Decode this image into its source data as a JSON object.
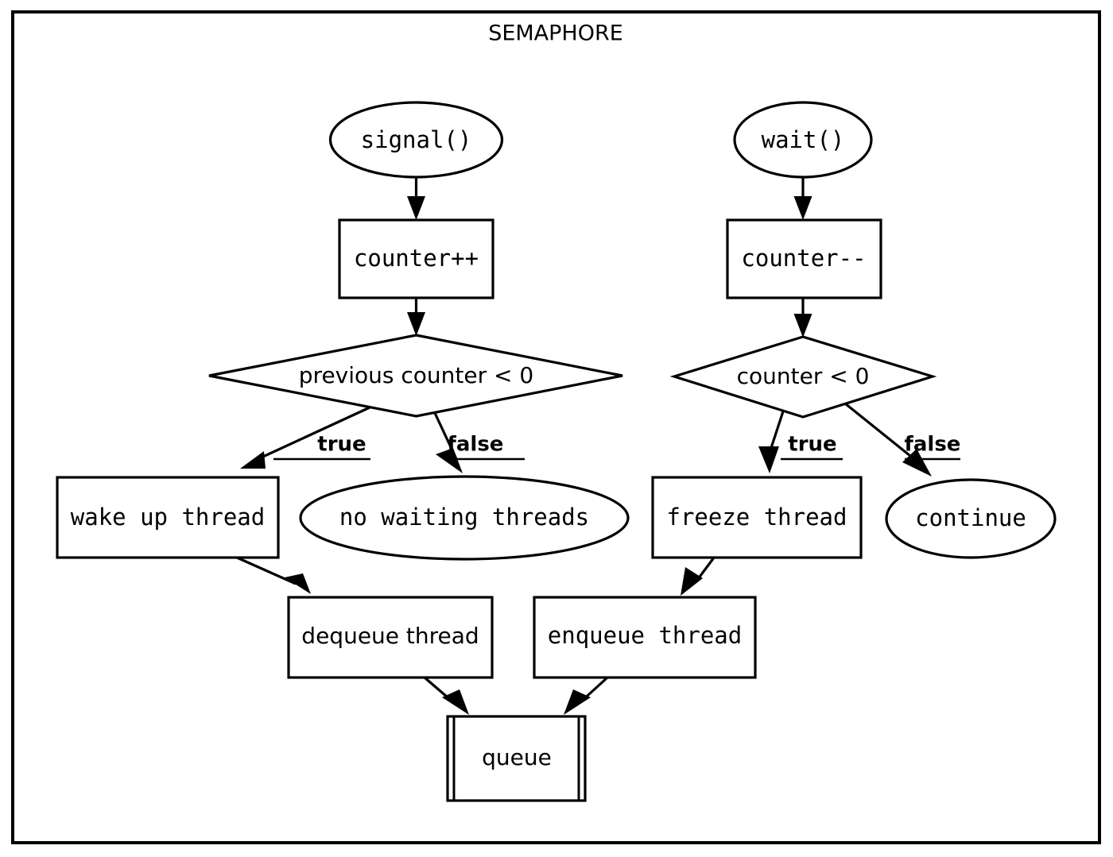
{
  "diagram": {
    "title": "SEMAPHORE",
    "colors": {
      "stroke": "#000000",
      "fill": "#ffffff",
      "background": "#ffffff"
    },
    "nodes": [
      {
        "id": "signal",
        "label": "signal()",
        "shape": "ellipse"
      },
      {
        "id": "counter_inc",
        "label": "counter++",
        "shape": "rectangle"
      },
      {
        "id": "prev_cond",
        "label": "previous counter < 0",
        "shape": "diamond"
      },
      {
        "id": "wake",
        "label": "wake up thread",
        "shape": "rectangle"
      },
      {
        "id": "nowait",
        "label": "no waiting threads",
        "shape": "ellipse"
      },
      {
        "id": "dequeue",
        "label": "dequeue thread",
        "shape": "rectangle"
      },
      {
        "id": "wait",
        "label": "wait()",
        "shape": "ellipse"
      },
      {
        "id": "counter_dec",
        "label": "counter--",
        "shape": "rectangle"
      },
      {
        "id": "cond",
        "label": "counter < 0",
        "shape": "diamond"
      },
      {
        "id": "freeze",
        "label": "freeze thread",
        "shape": "rectangle"
      },
      {
        "id": "continue",
        "label": "continue",
        "shape": "ellipse"
      },
      {
        "id": "enqueue",
        "label": "enqueue thread",
        "shape": "rectangle"
      },
      {
        "id": "queue",
        "label": "queue",
        "shape": "predefined-process"
      }
    ],
    "edges": [
      {
        "from": "signal",
        "to": "counter_inc",
        "label": ""
      },
      {
        "from": "counter_inc",
        "to": "prev_cond",
        "label": ""
      },
      {
        "from": "prev_cond",
        "to": "wake",
        "label": "true"
      },
      {
        "from": "prev_cond",
        "to": "nowait",
        "label": "false"
      },
      {
        "from": "wake",
        "to": "dequeue",
        "label": ""
      },
      {
        "from": "dequeue",
        "to": "queue",
        "label": ""
      },
      {
        "from": "wait",
        "to": "counter_dec",
        "label": ""
      },
      {
        "from": "counter_dec",
        "to": "cond",
        "label": ""
      },
      {
        "from": "cond",
        "to": "freeze",
        "label": "true"
      },
      {
        "from": "cond",
        "to": "continue",
        "label": "false"
      },
      {
        "from": "freeze",
        "to": "enqueue",
        "label": ""
      },
      {
        "from": "enqueue",
        "to": "queue",
        "label": ""
      }
    ],
    "edge_labels": {
      "signal_true": "true",
      "signal_false": "false",
      "wait_true": "true",
      "wait_false": "false"
    }
  }
}
